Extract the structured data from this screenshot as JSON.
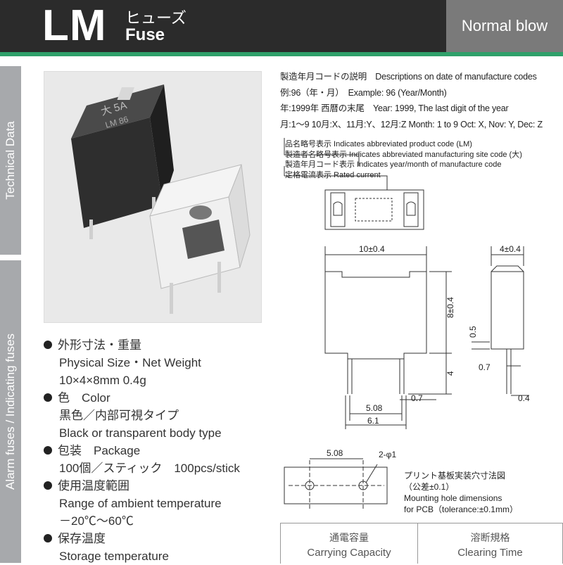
{
  "header": {
    "code": "LM",
    "name_jp": "ヒューズ",
    "name_en": "Fuse",
    "badge": "Normal blow",
    "colors": {
      "bar": "#2b2b2b",
      "accent": "#2fa06a",
      "badge": "#7a7a7a"
    }
  },
  "side_tabs": [
    "Technical Data",
    "Alarm fuses / Indicating fuses"
  ],
  "product_image": {
    "marking_top": "大 5A",
    "marking_bottom": "LM 86"
  },
  "specs": [
    {
      "jp": "外形寸法・重量",
      "en": "Physical Size・Net Weight",
      "value": "10×4×8mm 0.4g"
    },
    {
      "jp": "色　Color",
      "value_jp": "黒色／内部可視タイプ",
      "value_en": "Black or transparent body type"
    },
    {
      "jp": "包装　Package",
      "value": "100個／スティック　100pcs/stick"
    },
    {
      "jp": "使用温度範囲",
      "en": "Range of ambient temperature",
      "value": "－20℃～60℃"
    },
    {
      "jp": "保存温度",
      "en": "Storage temperature"
    }
  ],
  "date_code": {
    "title": "製造年月コードの説明　Descriptions on date of manufacture codes",
    "example": "例:96（年・月）　Example: 96 (Year/Month)",
    "year": "年:1999年 西暦の末尾　Year: 1999, The last digit of the year",
    "month": "月:1～9 10月:X、11月:Y、12月:Z Month: 1 to 9 Oct: X, Nov: Y, Dec: Z"
  },
  "marking_legend": [
    "品名略号表示 Indicates abbreviated product code (LM)",
    "製造者名略号表示 Indicates abbreviated manufacturing site code (大)",
    "製造年月コード表示 Indicates year/month of manufacture code",
    "定格電流表示 Rated current"
  ],
  "dimensions": {
    "width": "10±0.4",
    "depth": "4±0.4",
    "height": "8±0.4",
    "lead_length": "4",
    "pitch": "5.08",
    "lead_span": "6.1",
    "lead_width": "0.7",
    "side_step": "0.5",
    "side_lead": "0.7",
    "side_lead_thickness": "0.4"
  },
  "pcb": {
    "pitch": "5.08",
    "holes": "2-φ1",
    "note_jp1": "プリント基板実装穴寸法図",
    "note_jp2": "（公差±0.1）",
    "note_en1": "Mounting hole dimensions",
    "note_en2": "for PCB（tolerance:±0.1mm）"
  },
  "table": {
    "col1_jp": "通電容量",
    "col1_en": "Carrying Capacity",
    "col2_jp": "溶断規格",
    "col2_en": "Clearing Time"
  }
}
